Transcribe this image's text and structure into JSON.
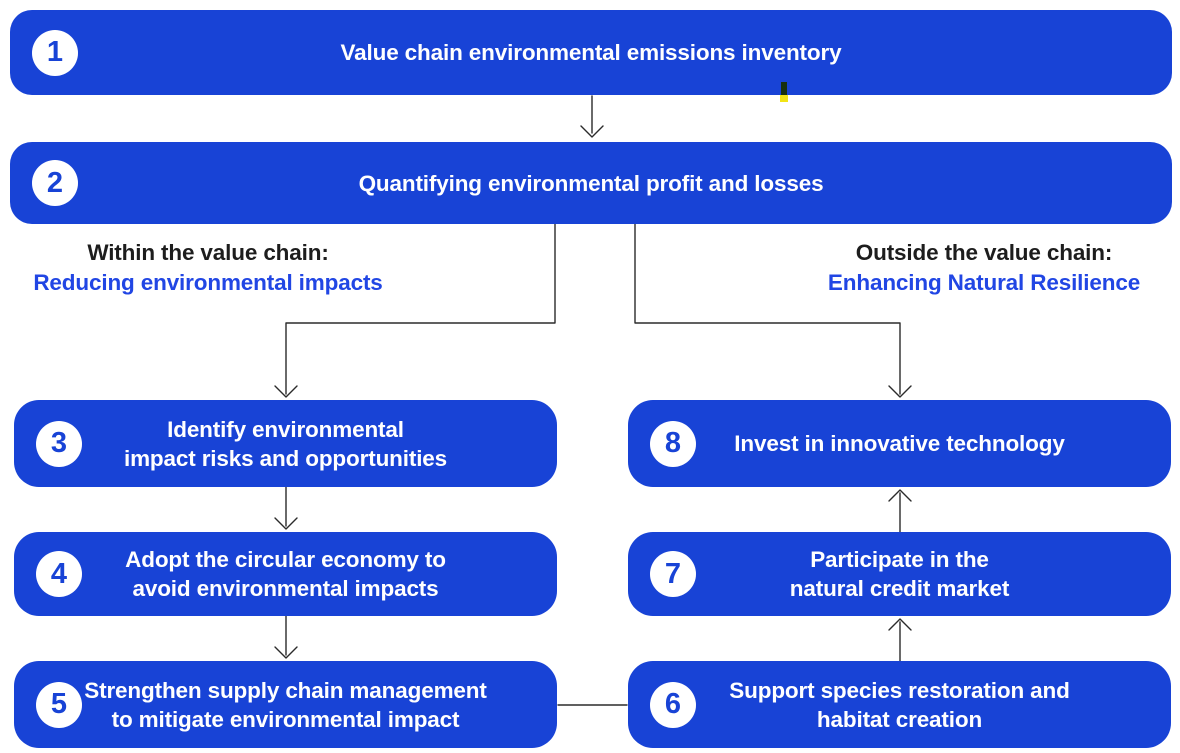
{
  "colors": {
    "box-blue": "#1843d6",
    "accent-text-blue": "#2146e4",
    "dark-text": "#1d1d1d",
    "connector": "#2b2b2b",
    "circle-bg": "#ffffff",
    "artifact-dark": "#17300e",
    "artifact-yellow": "#f2e416"
  },
  "steps": [
    {
      "number": "1",
      "label": "Value chain environmental emissions inventory"
    },
    {
      "number": "2",
      "label": "Quantifying environmental profit and losses"
    },
    {
      "number": "3",
      "label": "Identify environmental\nimpact risks and opportunities"
    },
    {
      "number": "4",
      "label": "Adopt the circular economy to\navoid environmental impacts"
    },
    {
      "number": "5",
      "label": "Strengthen supply chain management\nto mitigate environmental impact"
    },
    {
      "number": "6",
      "label": "Support species restoration and\nhabitat creation"
    },
    {
      "number": "7",
      "label": "Participate in the\nnatural credit market"
    },
    {
      "number": "8",
      "label": "Invest in innovative technology"
    }
  ],
  "branches": {
    "left": {
      "title": "Within the value chain:",
      "subtitle": "Reducing environmental impacts"
    },
    "right": {
      "title": "Outside the value chain:",
      "subtitle": "Enhancing Natural Resilience"
    }
  }
}
